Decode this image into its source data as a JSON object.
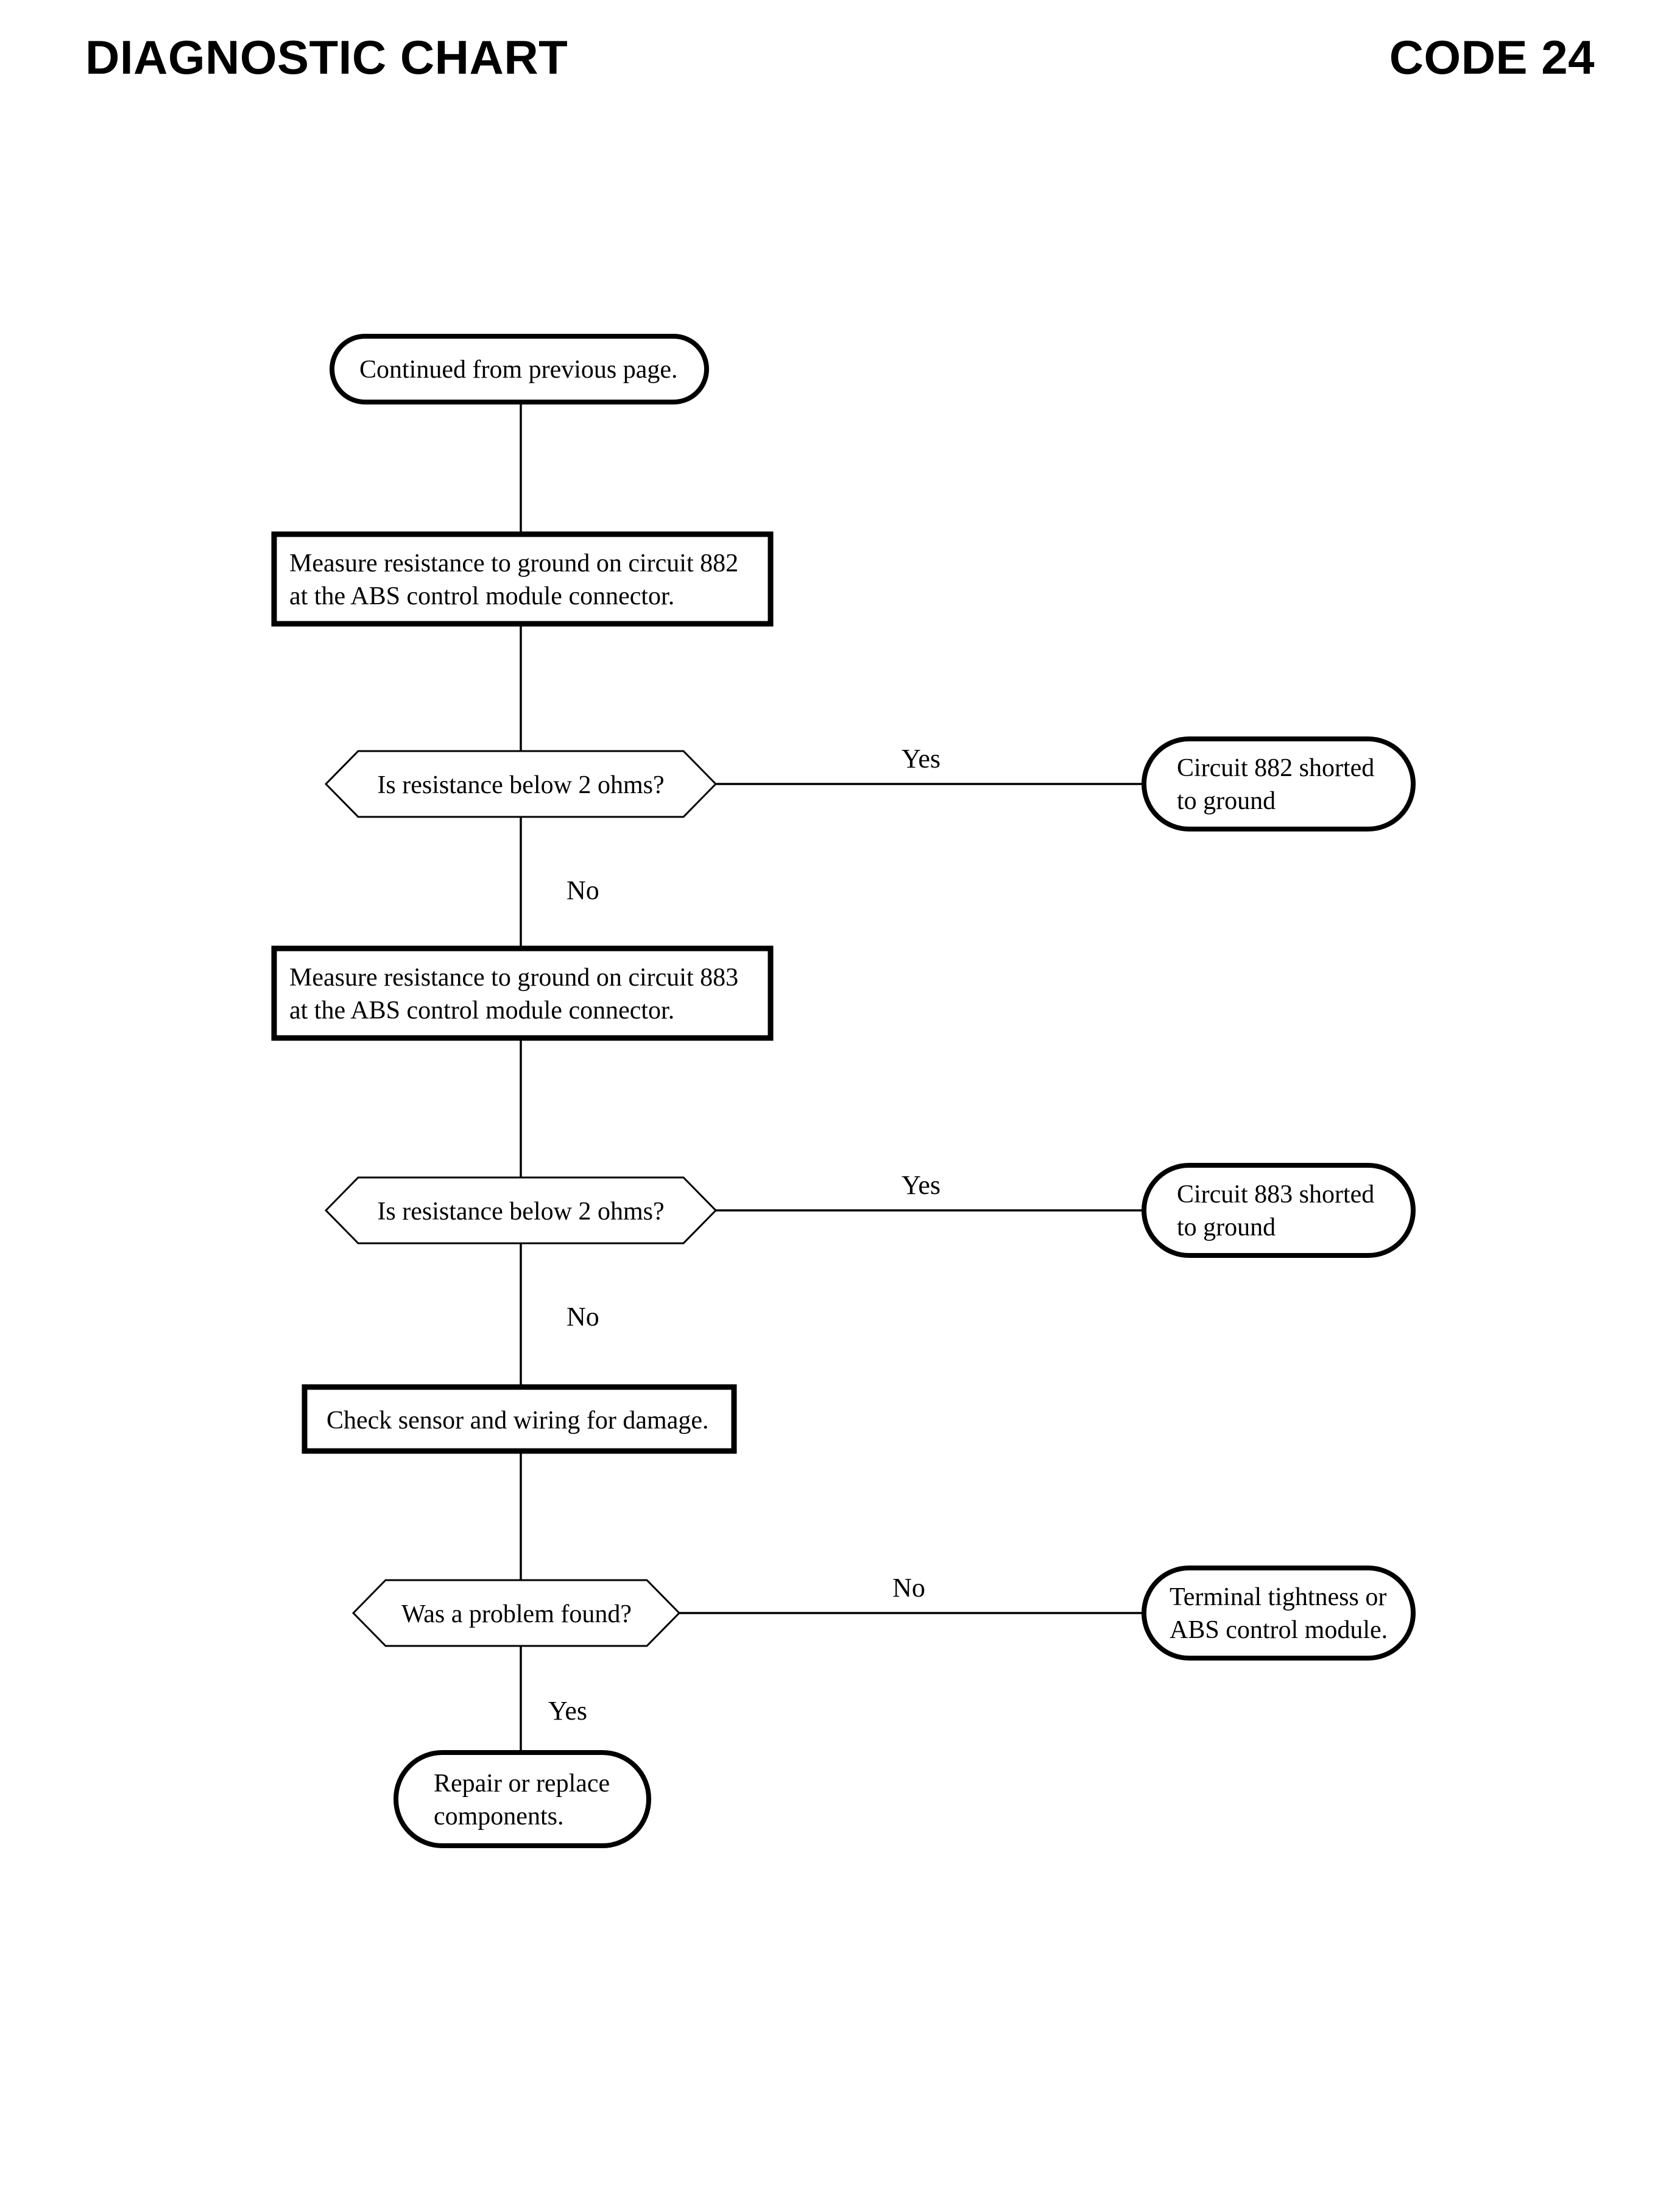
{
  "header": {
    "title": "DIAGNOSTIC CHART",
    "code": "CODE 24"
  },
  "chart_data": {
    "type": "diagram",
    "diagram_type": "flowchart",
    "title": "DIAGNOSTIC CHART",
    "code": "CODE 24",
    "nodes": [
      {
        "id": "start",
        "shape": "terminator",
        "lines": [
          "Continued from previous page."
        ]
      },
      {
        "id": "p1",
        "shape": "process",
        "lines": [
          "Measure resistance to ground on circuit 882",
          "at the ABS control module connector."
        ]
      },
      {
        "id": "d1",
        "shape": "decision",
        "lines": [
          "Is resistance below 2 ohms?"
        ]
      },
      {
        "id": "t1",
        "shape": "terminator",
        "lines": [
          "Circuit 882 shorted",
          "to ground"
        ]
      },
      {
        "id": "p2",
        "shape": "process",
        "lines": [
          "Measure resistance to ground on circuit 883",
          "at the ABS control module connector."
        ]
      },
      {
        "id": "d2",
        "shape": "decision",
        "lines": [
          "Is resistance below 2 ohms?"
        ]
      },
      {
        "id": "t2",
        "shape": "terminator",
        "lines": [
          "Circuit 883 shorted",
          "to ground"
        ]
      },
      {
        "id": "p3",
        "shape": "process",
        "lines": [
          "Check sensor and wiring for damage."
        ]
      },
      {
        "id": "d3",
        "shape": "decision",
        "lines": [
          "Was a problem found?"
        ]
      },
      {
        "id": "t3",
        "shape": "terminator",
        "lines": [
          "Terminal tightness or",
          "ABS control module."
        ]
      },
      {
        "id": "t4",
        "shape": "terminator",
        "lines": [
          "Repair or replace",
          "components."
        ]
      }
    ],
    "edges": [
      {
        "from": "start",
        "to": "p1",
        "label": ""
      },
      {
        "from": "p1",
        "to": "d1",
        "label": ""
      },
      {
        "from": "d1",
        "to": "t1",
        "label": "Yes"
      },
      {
        "from": "d1",
        "to": "p2",
        "label": "No"
      },
      {
        "from": "p2",
        "to": "d2",
        "label": ""
      },
      {
        "from": "d2",
        "to": "t2",
        "label": "Yes"
      },
      {
        "from": "d2",
        "to": "p3",
        "label": "No"
      },
      {
        "from": "p3",
        "to": "d3",
        "label": ""
      },
      {
        "from": "d3",
        "to": "t3",
        "label": "No"
      },
      {
        "from": "d3",
        "to": "t4",
        "label": "Yes"
      }
    ]
  },
  "nodes": {
    "start": {
      "line1": "Continued from previous page."
    },
    "p1": {
      "line1": "Measure resistance to ground on circuit 882",
      "line2": "at the ABS control module connector."
    },
    "d1": {
      "line1": "Is resistance below 2 ohms?"
    },
    "t1": {
      "line1": "Circuit 882 shorted",
      "line2": "to ground"
    },
    "p2": {
      "line1": "Measure resistance to ground on circuit 883",
      "line2": "at the ABS control module connector."
    },
    "d2": {
      "line1": "Is resistance below 2 ohms?"
    },
    "t2": {
      "line1": "Circuit 883 shorted",
      "line2": "to ground"
    },
    "p3": {
      "line1": "Check sensor and wiring for damage."
    },
    "d3": {
      "line1": "Was a problem found?"
    },
    "t3": {
      "line1": "Terminal tightness or",
      "line2": "ABS control module."
    },
    "t4": {
      "line1": "Repair or replace",
      "line2": "components."
    }
  },
  "labels": {
    "yes1": "Yes",
    "no1": "No",
    "yes2": "Yes",
    "no2": "No",
    "no3": "No",
    "yes3": "Yes"
  },
  "colors": {
    "ink": "#000000",
    "paper": "#ffffff"
  }
}
